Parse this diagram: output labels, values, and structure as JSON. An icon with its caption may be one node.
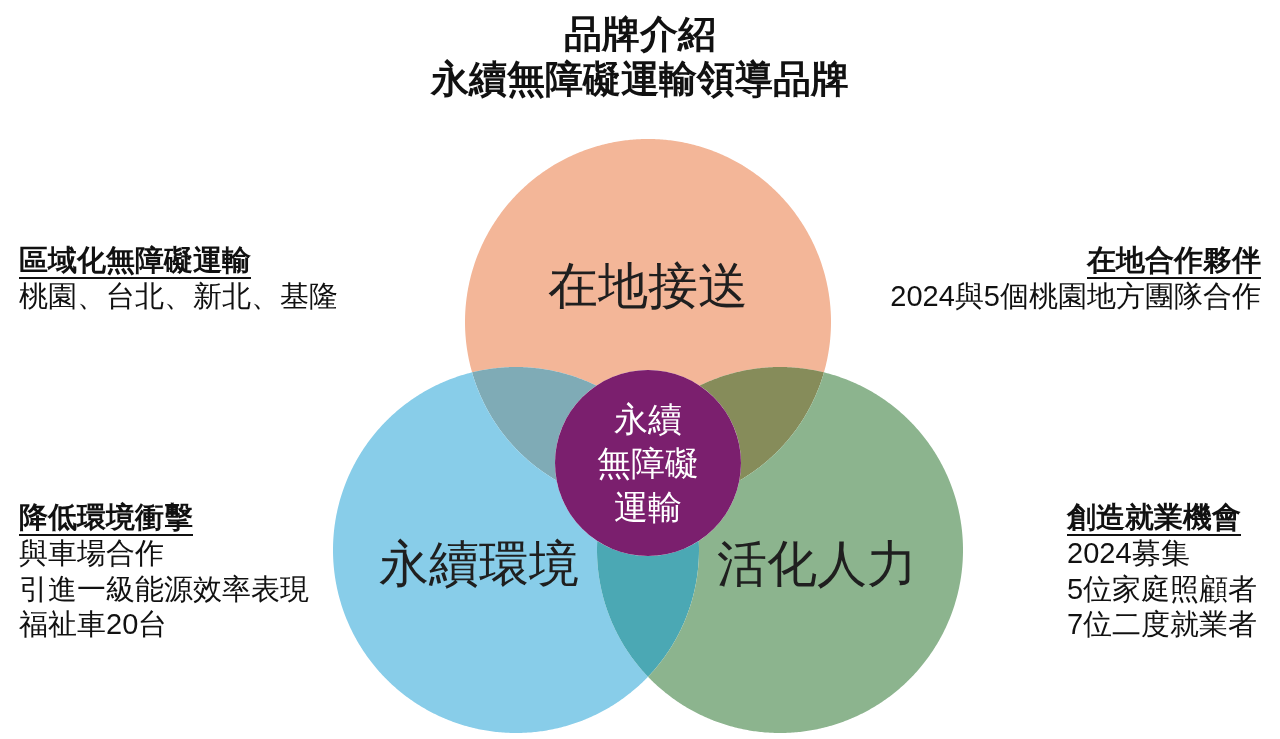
{
  "diagram": {
    "title": "品牌介紹",
    "nodes": [
      {
        "text": [
          "在地接送"
        ]
      },
      {
        "text": [
          "永續環境"
        ]
      },
      {
        "text": [
          "活化人力"
        ]
      },
      {
        "text": [
          "永續無障礙運輸"
        ]
      }
    ],
    "labels": [
      "永續無障礙運輸領導品牌",
      "區域化無障礙運輸",
      "桃園、台北、新北、基隆",
      "在地合作夥伴",
      "2024與5個桃園地方團隊合作",
      "降低環境衝擊",
      "與車場合作",
      "引進一級能源效率表現",
      "福祉車20台",
      "創造就業機會",
      "2024募集",
      "5位家庭照顧者",
      "7位二度就業者"
    ]
  }
}
